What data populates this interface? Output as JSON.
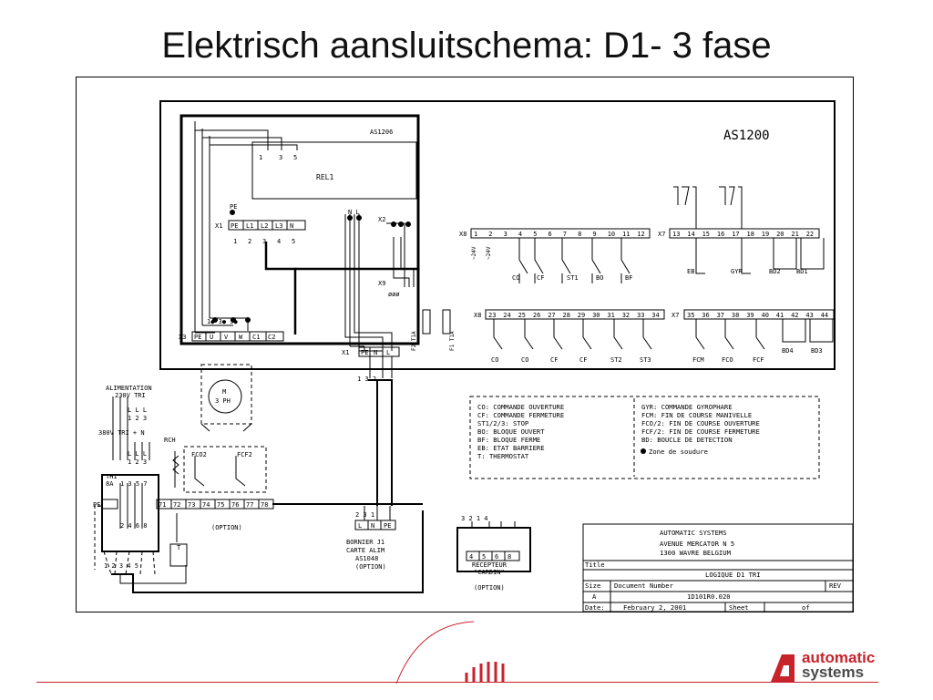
{
  "slide": {
    "title": "Elektrisch aansluitschema: D1- 3 fase"
  },
  "board": {
    "main_label": "AS1200",
    "sub_label": "AS1206",
    "rel_label": "REL1",
    "pe_label": "PE",
    "nl_label": "N L",
    "x2_label": "X2",
    "x9_label": "X9",
    "x9_marks": "øøø",
    "x1_label": "X1",
    "x1_terms": [
      "PE",
      "L1",
      "L2",
      "L3",
      "N"
    ],
    "x1_nums": [
      "1",
      "2",
      "3",
      "4",
      "5"
    ],
    "rel_pins": [
      "1",
      "3",
      "5"
    ],
    "x3_label": "X3",
    "x3_terms": [
      "PE",
      "U",
      "V",
      "W",
      "C1",
      "C2"
    ],
    "x3_pins": "1● 3● 5●",
    "x1b_label": "X1",
    "x1b_terms": [
      "PE",
      "N",
      "L"
    ],
    "x1b_nums": "1  3  2",
    "x8_label": "X8",
    "x8_top": [
      "1",
      "2",
      "3",
      "4",
      "5",
      "6",
      "7",
      "8",
      "9",
      "10",
      "11",
      "12"
    ],
    "x7_label": "X7",
    "x7_top": [
      "13",
      "14",
      "15",
      "16",
      "17",
      "18",
      "19",
      "20",
      "21",
      "22"
    ],
    "x8_bot": [
      "23",
      "24",
      "25",
      "26",
      "27",
      "28",
      "29",
      "30",
      "31",
      "32",
      "33",
      "34"
    ],
    "x7_bot": [
      "35",
      "36",
      "37",
      "38",
      "39",
      "40",
      "41",
      "42",
      "43",
      "44"
    ],
    "top_contacts": [
      "CO",
      "CF",
      "ST1",
      "BO",
      "BF"
    ],
    "top_contacts_x7": [
      "EB",
      "GYR",
      "BD2",
      "BD1"
    ],
    "bot_contacts": [
      "CO",
      "CO",
      "CF",
      "CF",
      "ST2",
      "ST3"
    ],
    "bot_contacts_x7": [
      "FCM",
      "FCO",
      "FCF",
      "BD4",
      "BD3"
    ],
    "ac_labels": [
      "~24V",
      "~24V"
    ],
    "fuse_labels": [
      "F2 T1A",
      "F1 T1A"
    ]
  },
  "motor": {
    "label_1": "M",
    "label_2": "3 PH"
  },
  "supply": {
    "title_1": "ALIMENTATION",
    "title_2": "230V TRI",
    "lines_230": "L L L",
    "nums_230": "1 2 3",
    "v380": "380V TRI + N",
    "lines_380": "L L L",
    "nums_380": "1 2 3",
    "rch": "RCH",
    "th1": "TH1",
    "ba": "8A",
    "th_nums": "1 3 5 7",
    "th_bottom": "2 4 6 8",
    "pe": "PE",
    "strip": [
      "71",
      "72",
      "73",
      "74",
      "75",
      "76",
      "77",
      "78"
    ],
    "fco2": "FCO2",
    "fcf2": "FCF2",
    "option": "(OPTION)",
    "bottom_terms": "1 2 3 4 5",
    "t_label": "T"
  },
  "bornier": {
    "nums": "2 3 1",
    "terms": [
      "L",
      "N",
      "PE"
    ],
    "l1": "BORNIER J1",
    "l2": "CARTE ALIM",
    "l3": "AS1048",
    "l4": "(OPTION)"
  },
  "receiver": {
    "pins_top": "3   2   1   4",
    "terms": [
      "4",
      "5",
      "6",
      "8"
    ],
    "l1": "RECEPTEUR",
    "l2": "\"CARDIN\"",
    "option": "(OPTION)"
  },
  "legend": {
    "left": [
      "CO: COMMANDE OUVERTURE",
      "CF: COMMANDE FERMETURE",
      "ST1/2/3: STOP",
      "BO: BLOQUE OUVERT",
      "BF: BLOQUE FERME",
      "EB: ETAT BARRIERE",
      "T: THERMOSTAT"
    ],
    "right": [
      "GYR: COMMANDE GYROPHARE",
      "FCM: FIN DE COURSE MANIVELLE",
      "FCO/2: FIN DE COURSE OUVERTURE",
      "FCF/2: FIN DE COURSE FERMETURE",
      "BD: BOUCLE DE DETECTION"
    ],
    "zone": "Zone de soudure"
  },
  "title_block": {
    "company": "AUTOMATIC SYSTEMS",
    "address_1": "AVENUE MERCATOR N 5",
    "address_2": "1300 WAVRE BELGIUM",
    "title_label": "Title",
    "title_value": "LOGIQUE D1 TRI",
    "size_label": "Size",
    "size_value": "A",
    "doc_label": "Document Number",
    "doc_value": "1D101R0.020",
    "rev_label": "REV",
    "date_label": "Date:",
    "date_value": "February  2, 2001",
    "sheet_label": "Sheet",
    "of_label": "of"
  },
  "logo": {
    "line1": "automatic",
    "line2": "systems",
    "accent": "#c8232b",
    "dark": "#4a4a4a"
  }
}
